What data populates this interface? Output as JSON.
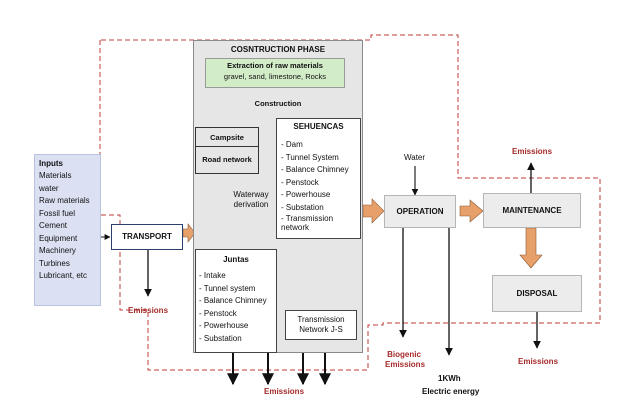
{
  "inputs": {
    "title": "Inputs",
    "items": [
      "Materials",
      "water",
      "Raw materials",
      "Fossil fuel",
      "Cement",
      "Equipment",
      "Machinery",
      "Turbines",
      "Lubricant, etc"
    ]
  },
  "transport": {
    "label": "TRANSPORT",
    "emissions": "Emissions"
  },
  "construction": {
    "title": "COSNTRUCTION PHASE",
    "extraction_title": "Extraction of raw materials",
    "extraction_sub": "gravel, sand, limestone, Rocks",
    "construction_label": "Construction",
    "campsite": "Campsite",
    "road_network": "Road network",
    "sehuencas_title": "SEHUENCAS",
    "sehuencas_items": [
      "- Dam",
      "- Tunnel System",
      "- Balance Chimney",
      "- Penstock",
      "- Powerhouse",
      "- Substation",
      "- Transmission network"
    ],
    "waterway": "Waterway derivation",
    "juntas_title": "Juntas",
    "juntas_items": [
      "- Intake",
      "- Tunnel system",
      "- Balance Chimney",
      "- Penstock",
      "- Powerhouse",
      "- Substation"
    ],
    "transmission_js": "Transmission Network J-S",
    "emissions": "Emissions"
  },
  "operation": {
    "label": "OPERATION",
    "water": "Water",
    "biogenic_emissions": "Biogenic Emissions",
    "energy_value": "1KWh",
    "energy_label": "Electric energy"
  },
  "maintenance": {
    "label": "MAINTENANCE",
    "emissions": "Emissions"
  },
  "disposal": {
    "label": "DISPOSAL",
    "emissions": "Emissions"
  }
}
